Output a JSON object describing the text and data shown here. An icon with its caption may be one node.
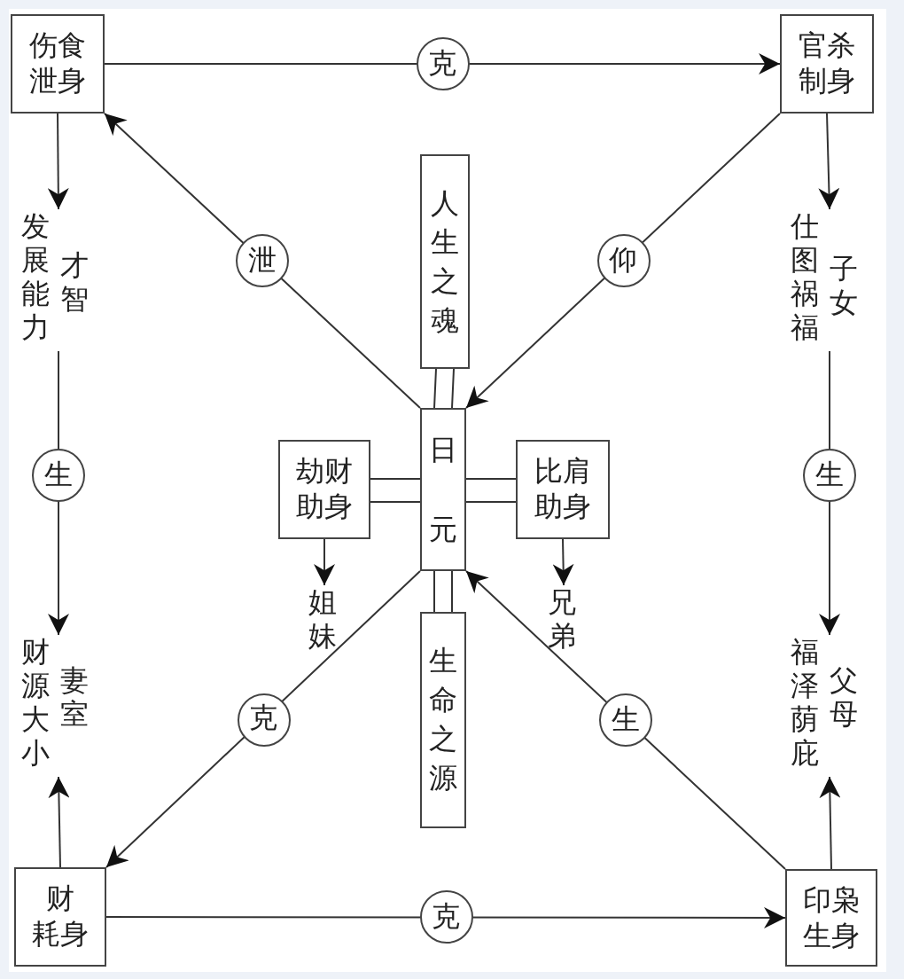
{
  "diagram": {
    "nodes": [
      {
        "text": [
          "伤食泄身"
        ]
      },
      {
        "text": [
          "官杀制身"
        ]
      },
      {
        "text": [
          "人生之魂"
        ]
      },
      {
        "text": [
          "发展能力",
          "才智"
        ]
      },
      {
        "text": [
          "仕图祸福",
          "子女"
        ]
      },
      {
        "text": [
          "劫财助身"
        ]
      },
      {
        "text": [
          "日元"
        ]
      },
      {
        "text": [
          "比肩助身"
        ]
      },
      {
        "text": [
          "姐妹"
        ]
      },
      {
        "text": [
          "兄弟"
        ]
      },
      {
        "text": [
          "财源大小",
          "妻室"
        ]
      },
      {
        "text": [
          "福泽荫庇",
          "父母"
        ]
      },
      {
        "text": [
          "生命之源"
        ]
      },
      {
        "text": [
          "财耗身"
        ]
      },
      {
        "text": [
          "印枭生身"
        ]
      }
    ],
    "edges": [
      {
        "from": 0,
        "to": 1,
        "arrow": "to",
        "label": "克"
      },
      {
        "from": 1,
        "to": 6,
        "arrow": "to",
        "label": "仰"
      },
      {
        "from": 6,
        "to": 0,
        "arrow": "to",
        "label": "泄"
      },
      {
        "from": 6,
        "to": 13,
        "arrow": "to",
        "label": "克"
      },
      {
        "from": 14,
        "to": 6,
        "arrow": "to",
        "label": "生"
      },
      {
        "from": 13,
        "to": 14,
        "arrow": "to",
        "label": "克"
      },
      {
        "from": 0,
        "to": 3,
        "arrow": "to"
      },
      {
        "from": 3,
        "to": 10,
        "arrow": "to",
        "label": "生"
      },
      {
        "from": 13,
        "to": 10,
        "arrow": "to"
      },
      {
        "from": 1,
        "to": 4,
        "arrow": "to"
      },
      {
        "from": 4,
        "to": 11,
        "arrow": "to",
        "label": "生"
      },
      {
        "from": 14,
        "to": 11,
        "arrow": "to"
      },
      {
        "from": 5,
        "to": 8,
        "arrow": "to"
      },
      {
        "from": 7,
        "to": 9,
        "arrow": "to"
      },
      {
        "from": 2,
        "to": 6,
        "arrow": "none"
      },
      {
        "from": 6,
        "to": 12,
        "arrow": "none"
      },
      {
        "from": 5,
        "to": 6,
        "arrow": "none"
      },
      {
        "from": 7,
        "to": 6,
        "arrow": "none"
      }
    ]
  }
}
